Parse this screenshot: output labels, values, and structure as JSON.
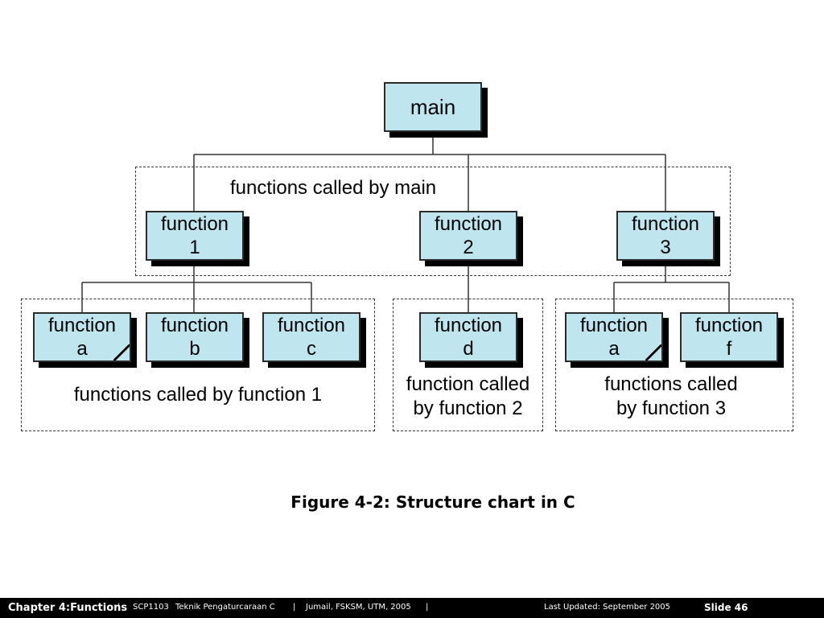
{
  "diagram": {
    "main_label": "main",
    "level1": [
      {
        "line1": "function",
        "line2": "1"
      },
      {
        "line1": "function",
        "line2": "2"
      },
      {
        "line1": "function",
        "line2": "3"
      }
    ],
    "level2": [
      {
        "line1": "function",
        "line2": "a"
      },
      {
        "line1": "function",
        "line2": "b"
      },
      {
        "line1": "function",
        "line2": "c"
      },
      {
        "line1": "function",
        "line2": "d"
      },
      {
        "line1": "function",
        "line2": "a"
      },
      {
        "line1": "function",
        "line2": "f"
      }
    ],
    "group_labels": {
      "main": "functions called by main",
      "f1": "functions called by function 1",
      "f2_line1": "function called",
      "f2_line2": "by function 2",
      "f3_line1": "functions called",
      "f3_line2": "by function 3"
    }
  },
  "caption": "Figure 4-2: Structure chart in C",
  "footer": {
    "chapter": "Chapter 4:Functions",
    "sep1": "|",
    "course": "SCP1103",
    "course_title": "Teknik Pengaturcaraan C",
    "sep2": "|",
    "author": "Jumail, FSKSM, UTM, 2005",
    "sep3": "|",
    "updated": "Last Updated: September 2005",
    "slide": "Slide 46"
  },
  "colors": {
    "box_fill": "#bfe6ef",
    "footer_bg": "#000000"
  }
}
